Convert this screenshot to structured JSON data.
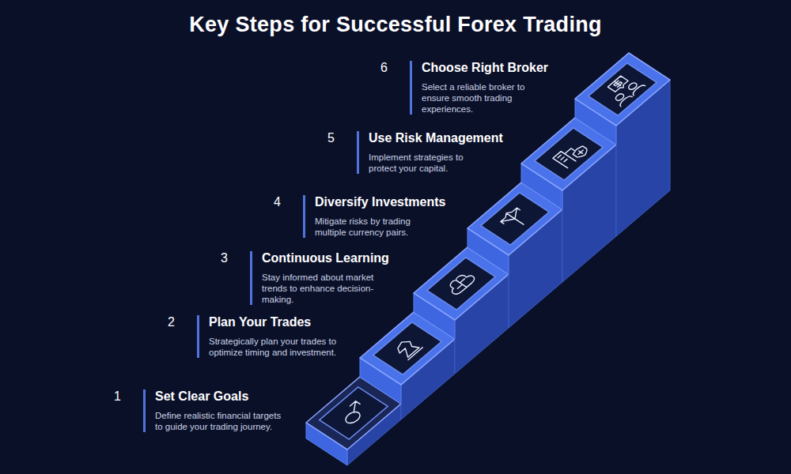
{
  "diagram": {
    "title": "Key Steps for Successful Forex Trading",
    "nodes": [
      {
        "text": [
          "1",
          "Set Clear Goals",
          "Define realistic financial targets to guide your trading journey."
        ]
      },
      {
        "text": [
          "2",
          "Plan Your Trades",
          "Strategically plan your trades to optimize timing and investment."
        ]
      },
      {
        "text": [
          "3",
          "Continuous Learning",
          "Stay informed about market trends to enhance decision-making."
        ]
      },
      {
        "text": [
          "4",
          "Diversify Investments",
          "Mitigate risks by trading multiple currency pairs."
        ]
      },
      {
        "text": [
          "5",
          "Use Risk Management",
          "Implement strategies to protect your capital."
        ]
      },
      {
        "text": [
          "6",
          "Choose Right Broker",
          "Select a reliable broker to ensure smooth trading experiences."
        ]
      }
    ]
  }
}
